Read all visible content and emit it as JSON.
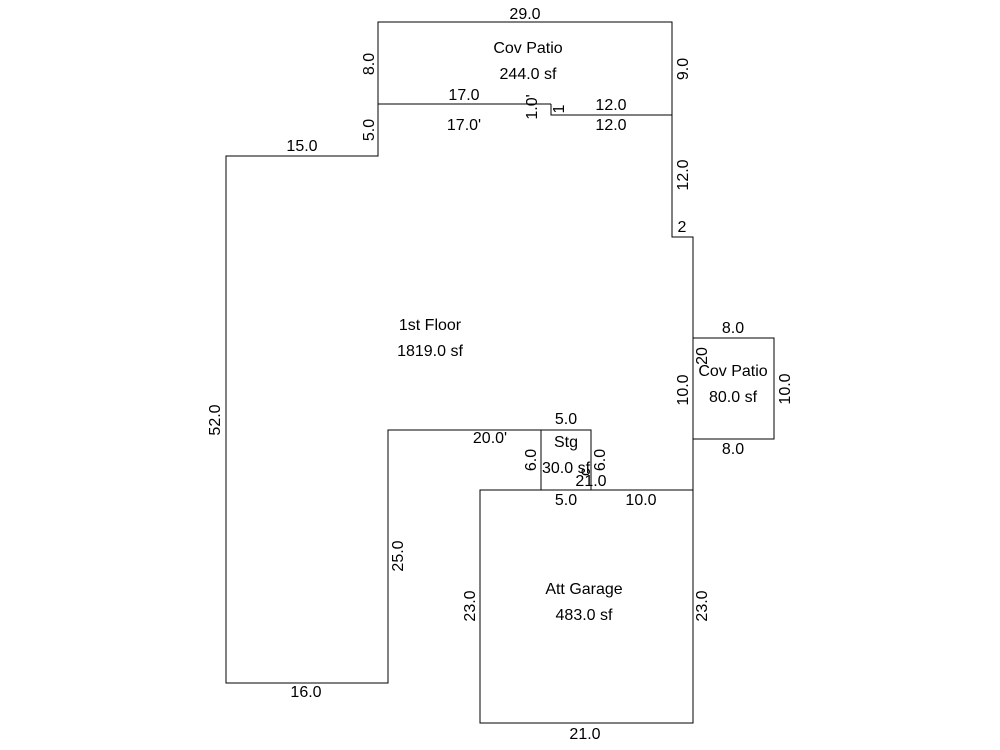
{
  "areas": {
    "cov_patio_top": {
      "name": "Cov Patio",
      "area": "244.0 sf"
    },
    "first_floor": {
      "name": "1st Floor",
      "area": "1819.0 sf"
    },
    "cov_patio_right": {
      "name": "Cov Patio",
      "area": "80.0 sf"
    },
    "storage": {
      "name": "Stg",
      "area": "30.0 sf"
    },
    "garage": {
      "name": "Att Garage",
      "area": "483.0 sf"
    }
  },
  "dimensions": {
    "patio_top": "29.0",
    "patio_left": "8.0",
    "patio_right": "9.0",
    "patio_bottom_left": "17.0",
    "floor_top_left": "17.0'",
    "step_one": "1.0'",
    "step_small": "1",
    "patio_bottom_right": "12.0",
    "floor_top_right": "12.0",
    "floor_left_step": "5.0",
    "floor_top_far_left": "15.0",
    "floor_right_upper": "12.0",
    "floor_jog": "2",
    "floor_left": "52.0",
    "floor_inner_top": "20.0'",
    "floor_inner_vertical": "25.0",
    "floor_bottom": "16.0",
    "floor_right_lower": "10.0",
    "right_patio_top": "8.0",
    "right_patio_left": "10.0",
    "right_patio_right": "10.0",
    "right_patio_bottom": "8.0",
    "right_patio_overlap": "20",
    "stg_top": "5.0",
    "stg_left": "6.0",
    "stg_right": "6.0",
    "stg_overlap": "c",
    "stg_bottom": "5.0",
    "garage_top_overlap": "21.0",
    "garage_top_right": "10.0",
    "garage_left": "23.0",
    "garage_right": "23.0",
    "garage_bottom": "21.0"
  }
}
